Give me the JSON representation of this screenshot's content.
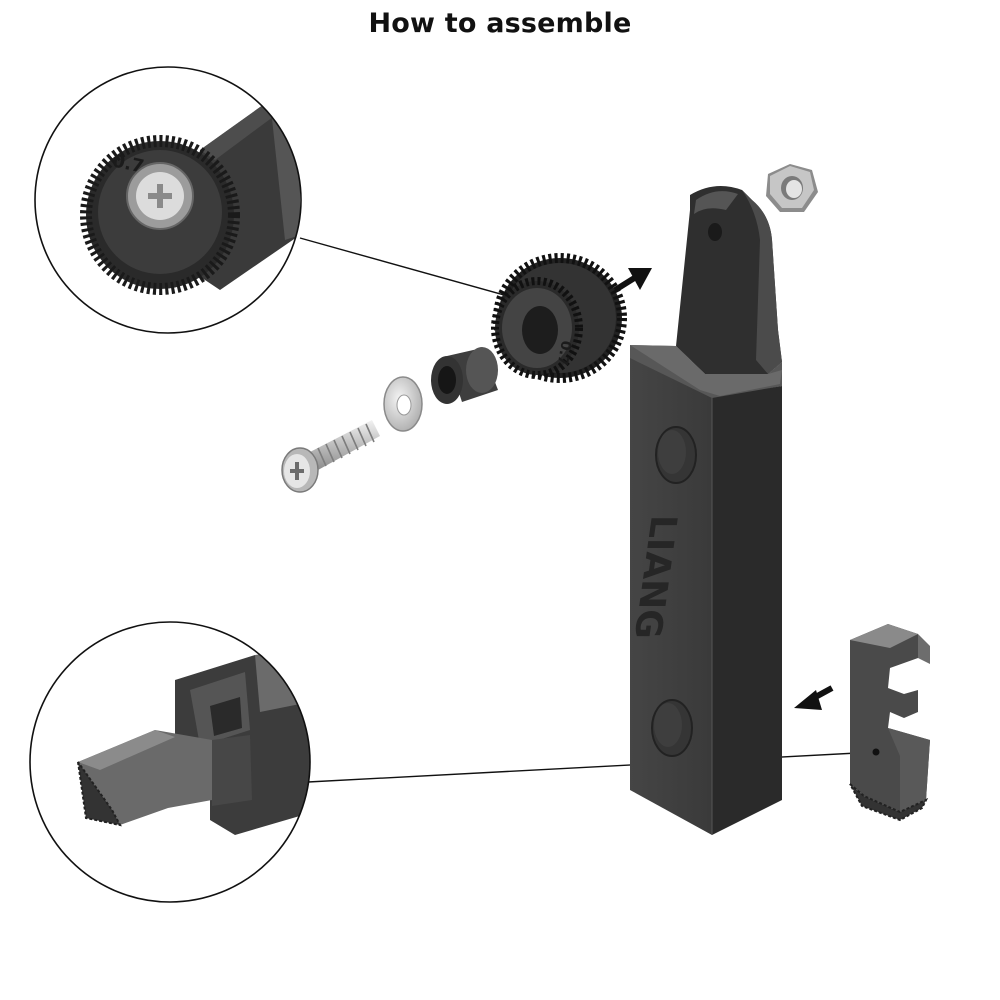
{
  "title": "How to assemble",
  "brand_text": "LIANG",
  "knurl_size_label": "0.7",
  "colors": {
    "body": "#3f3f3f",
    "body_dark": "#2b2b2b",
    "body_light": "#5a5a5a",
    "metal": "#cfd0d0",
    "leader": "#111111"
  }
}
